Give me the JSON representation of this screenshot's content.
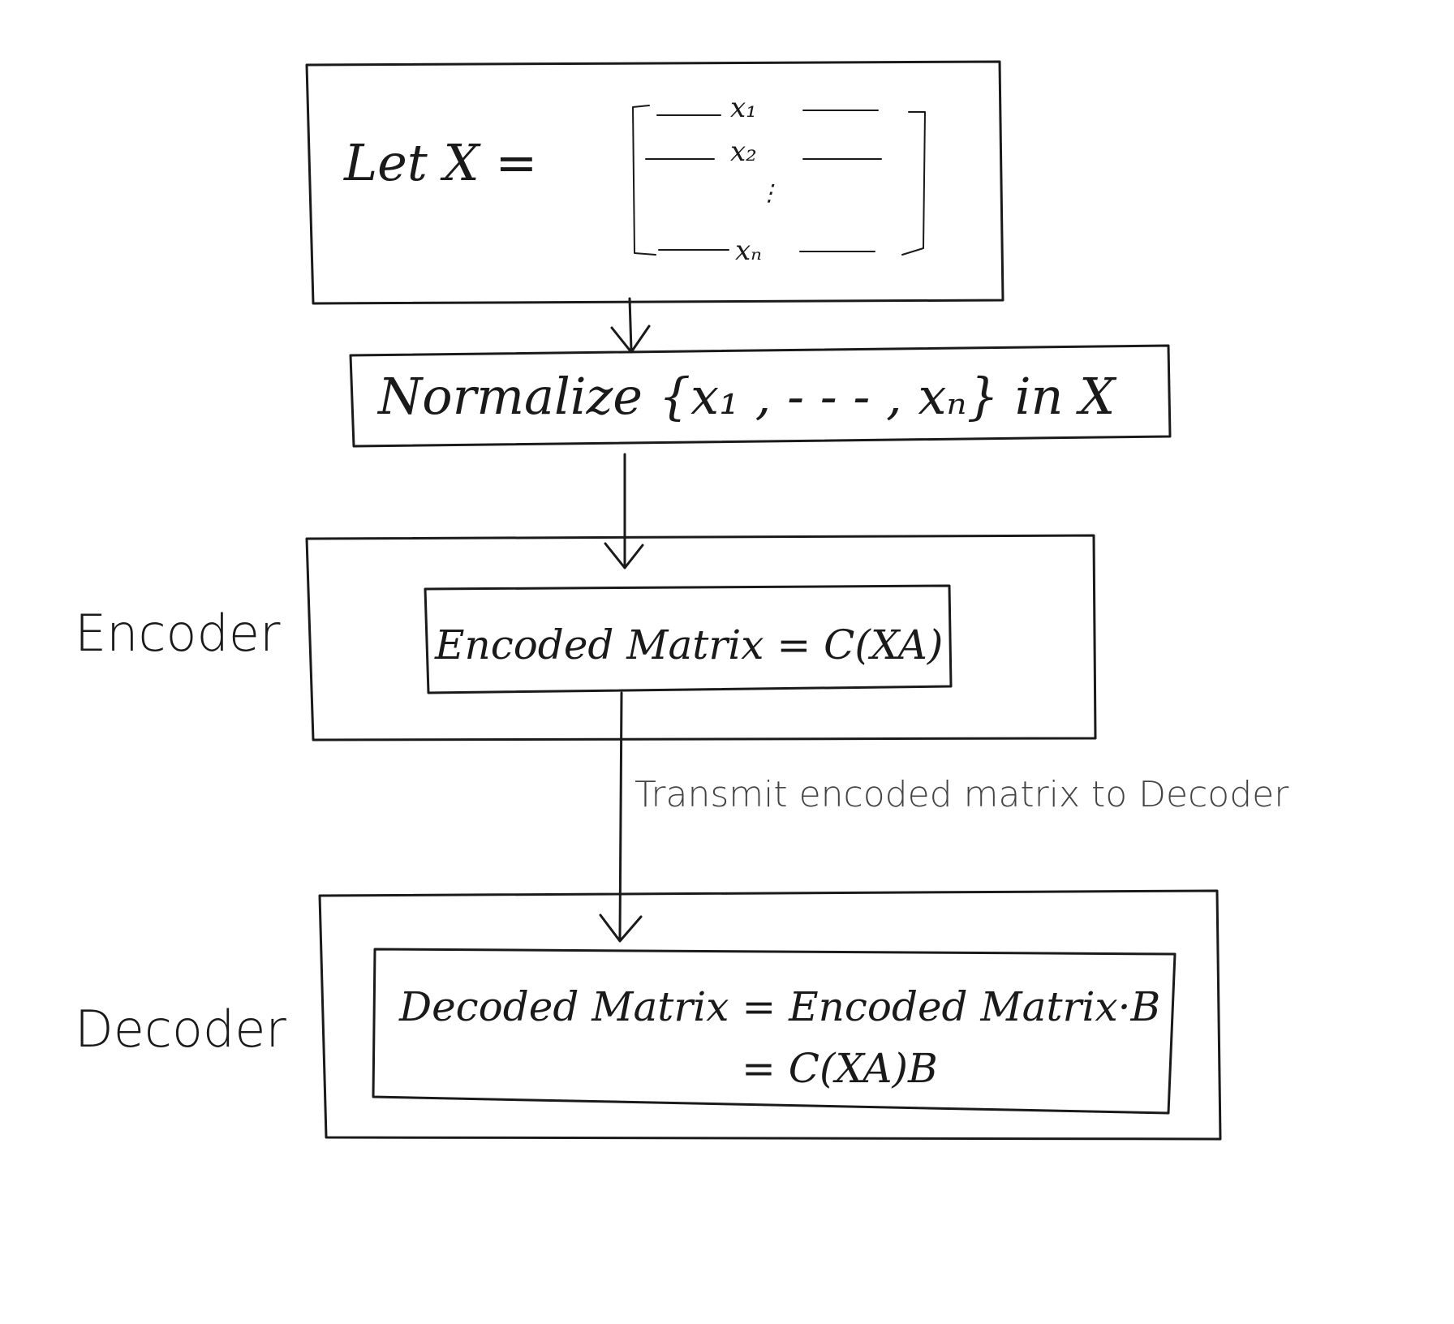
{
  "step_let": {
    "prefix": "Let  X =",
    "rows": [
      "x₁",
      "x₂",
      "⋮",
      "xₙ"
    ]
  },
  "step_normalize": {
    "text": "Normalize {x₁ , - - - , xₙ} in X"
  },
  "encoder": {
    "side_label": "Encoder",
    "box_text": "Encoded Matrix = C(XA)"
  },
  "transmit": {
    "text": "Transmit encoded matrix to Decoder"
  },
  "decoder": {
    "side_label": "Decoder",
    "line1": "Decoded Matrix = Encoded Matrix·B",
    "line2": "= C(XA)B"
  }
}
